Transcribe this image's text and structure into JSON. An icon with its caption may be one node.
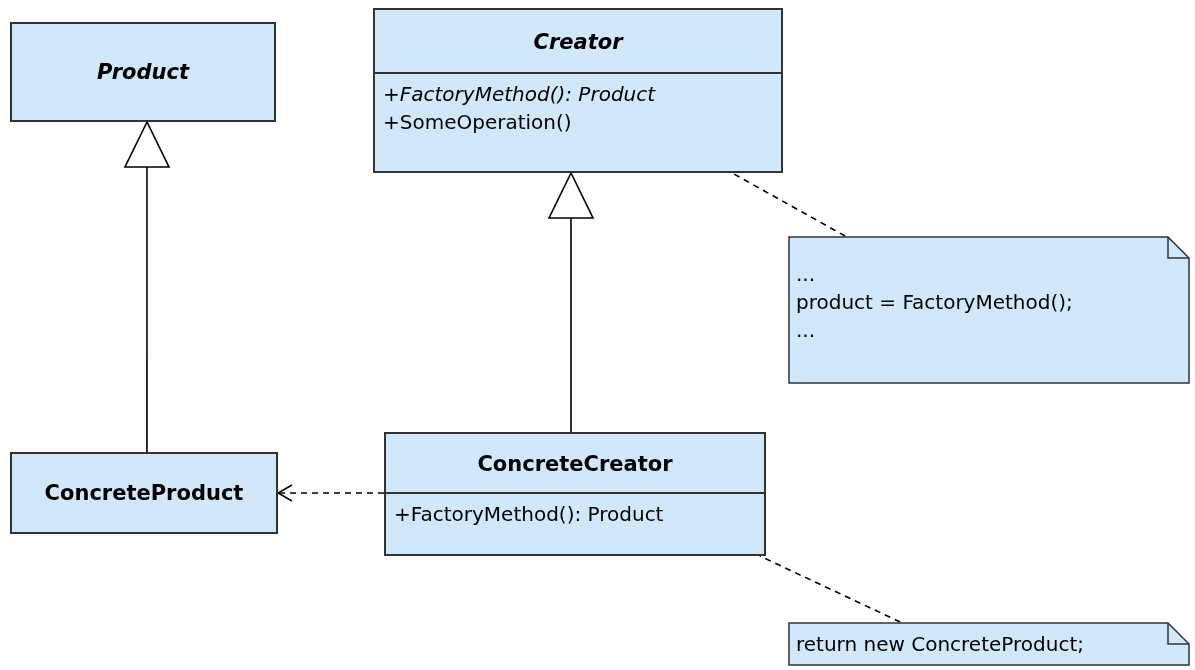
{
  "diagram": {
    "nodes": [
      {
        "text": [
          "Product"
        ]
      },
      {
        "text": [
          "Creator",
          "+FactoryMethod(): Product",
          "+SomeOperation()"
        ]
      },
      {
        "text": [
          "...",
          "product = FactoryMethod();",
          "..."
        ]
      },
      {
        "text": [
          "ConcreteProduct"
        ]
      },
      {
        "text": [
          "ConcreteCreator",
          "+FactoryMethod(): Product"
        ]
      },
      {
        "text": [
          "return new ConcreteProduct;"
        ]
      }
    ],
    "edges": [
      {
        "from": 3,
        "to": 0,
        "arrow": "to"
      },
      {
        "from": 4,
        "to": 1,
        "arrow": "to"
      },
      {
        "from": 4,
        "to": 3,
        "arrow": "to",
        "style": "dashed"
      },
      {
        "from": 2,
        "to": 1,
        "arrow": "none",
        "style": "dashed"
      },
      {
        "from": 5,
        "to": 4,
        "arrow": "none",
        "style": "dashed"
      }
    ]
  }
}
